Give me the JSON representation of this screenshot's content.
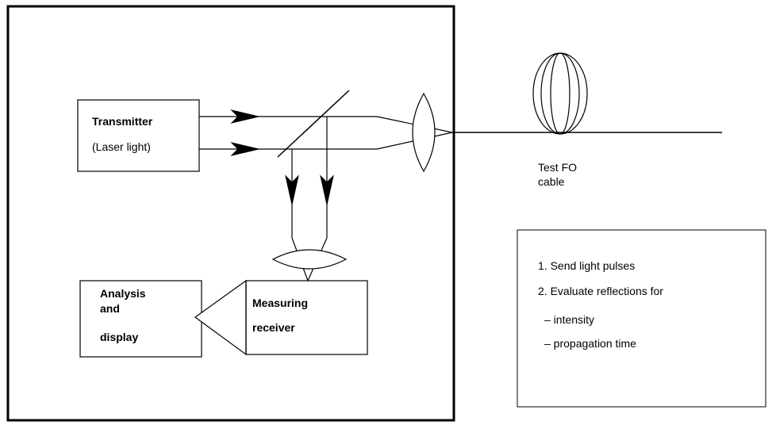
{
  "transmitter": {
    "title": "Transmitter",
    "subtitle": "(Laser light)"
  },
  "analysis": {
    "line1": "Analysis",
    "line2": "and",
    "line3": "display"
  },
  "receiver": {
    "line1": "Measuring",
    "line2": "receiver"
  },
  "cable": {
    "line1": "Test FO",
    "line2": "cable"
  },
  "notes": {
    "items": [
      "1. Send light pulses",
      "2. Evaluate reflections for",
      "– intensity",
      "– propagation time"
    ]
  }
}
